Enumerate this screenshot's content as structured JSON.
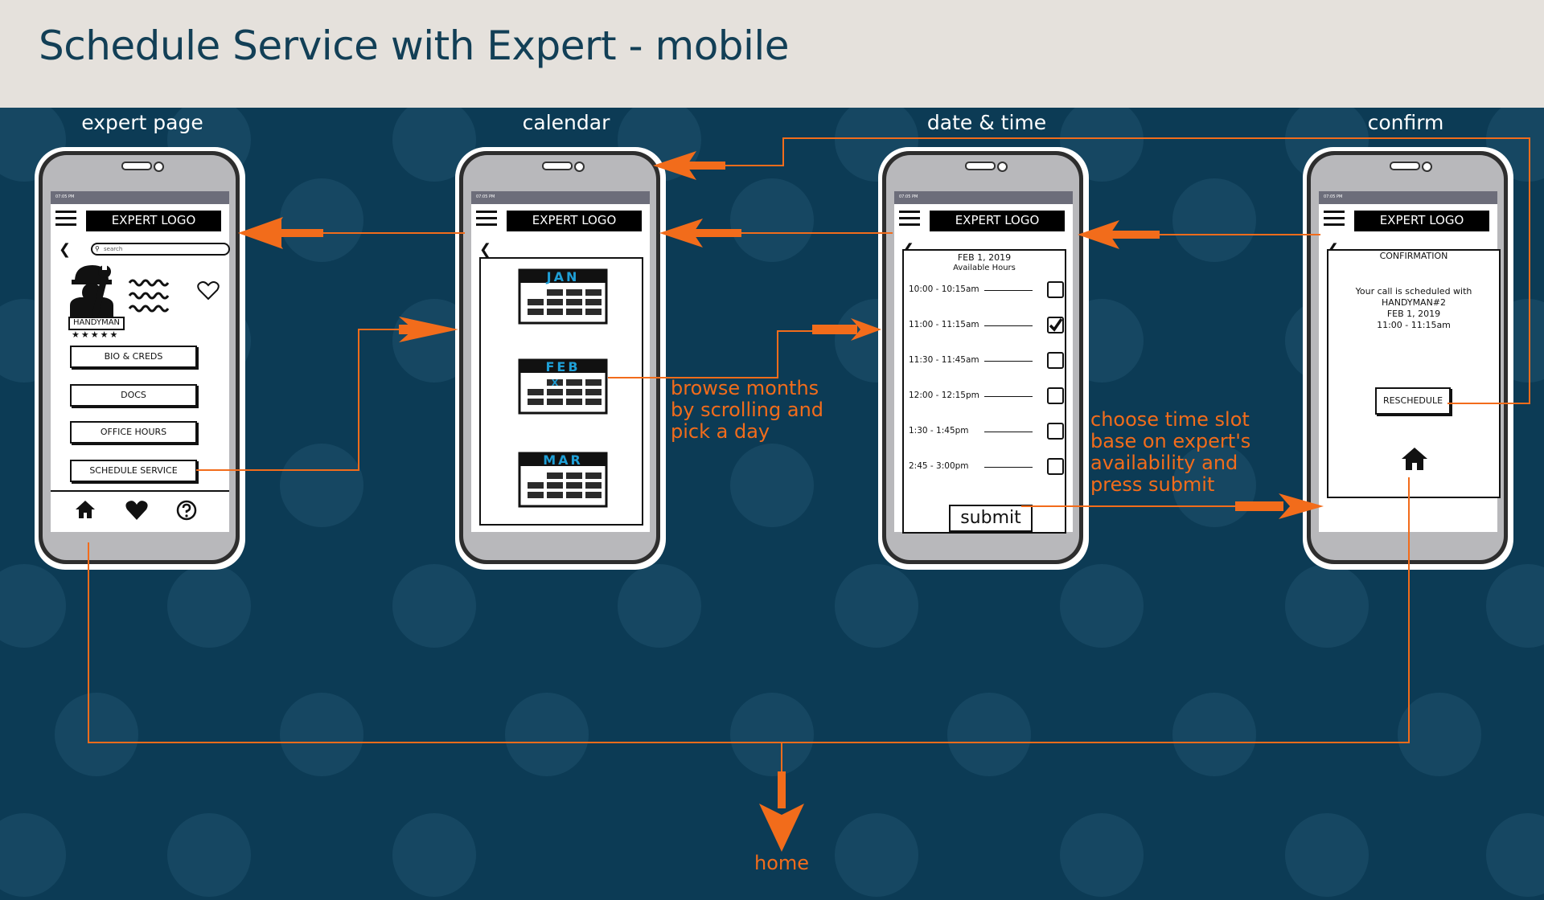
{
  "title": "Schedule Service with Expert - mobile",
  "screens": {
    "expert": {
      "label": "expert page"
    },
    "calendar": {
      "label": "calendar"
    },
    "datetime": {
      "label": "date & time"
    },
    "confirm": {
      "label": "confirm"
    }
  },
  "status_time": "07:05 PM",
  "logo_text": "EXPERT LOGO",
  "expert_page": {
    "search_placeholder": "search",
    "badge": "HANDYMAN",
    "rating": "★★★★★",
    "buttons": [
      "BIO & CREDS",
      "DOCS",
      "OFFICE HOURS",
      "SCHEDULE SERVICE"
    ]
  },
  "calendar": {
    "months": [
      "JAN",
      "FEB",
      "MAR"
    ],
    "selected_mark": "X"
  },
  "date_time": {
    "date": "FEB 1, 2019",
    "subtitle": "Available Hours",
    "slots": [
      {
        "time": "10:00 - 10:15am",
        "checked": false
      },
      {
        "time": "11:00 - 11:15am",
        "checked": true
      },
      {
        "time": "11:30 - 11:45am",
        "checked": false
      },
      {
        "time": "12:00 - 12:15pm",
        "checked": false
      },
      {
        "time": "1:30 - 1:45pm",
        "checked": false
      },
      {
        "time": "2:45 - 3:00pm",
        "checked": false
      }
    ],
    "submit": "submit"
  },
  "confirm_page": {
    "heading": "CONFIRMATION",
    "line1": "Your call is scheduled with",
    "line2": "HANDYMAN#2",
    "line3": "FEB 1, 2019",
    "line4": "11:00 - 11:15am",
    "reschedule": "RESCHEDULE"
  },
  "annotations": {
    "browse": [
      "browse months",
      "by scrolling and",
      "pick a day"
    ],
    "choose": [
      "choose time slot",
      "base on expert's",
      "availability and",
      "press submit"
    ],
    "home": "home"
  },
  "colors": {
    "accent": "#f26c1b",
    "background": "#0c3b55",
    "header": "#e5e1dc",
    "title": "#123f56",
    "month": "#1f9fd6"
  }
}
